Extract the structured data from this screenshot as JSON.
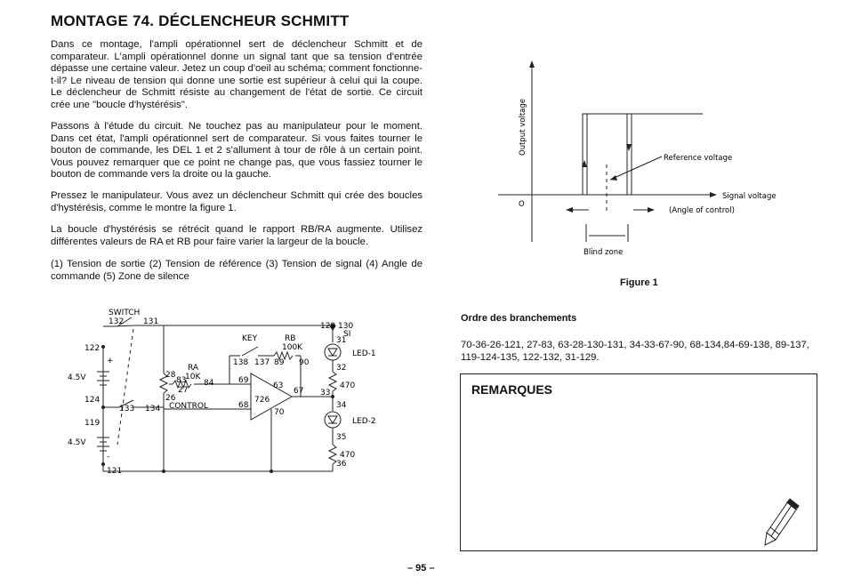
{
  "title": "MONTAGE 74. DÉCLENCHEUR SCHMITT",
  "paragraphs": [
    "Dans ce montage, l'ampli opérationnel sert de déclencheur Schmitt et de comparateur. L'ampli opérationnel donne un signal tant que sa tension d'entrée dépasse une certaine valeur. Jetez un coup d'oeil au schéma; comment fonctionne-t-il? Le niveau de tension qui donne une sortie est supérieur à celui qui la coupe. Le déclencheur de Schmitt résiste au changement de l'état de sortie. Ce circuit crée une \"boucle d'hystérésis\".",
    "Passons à l'étude du circuit. Ne touchez pas au manipulateur pour le moment. Dans cet état, l'ampli opérationnel sert de comparateur. Si vous faites tourner le bouton de commande, les DEL 1 et 2 s'allument à tour de rôle à un certain point. Vous pouvez remarquer que ce point ne change pas, que vous fassiez tourner le bouton de commande vers la droite ou la gauche.",
    "Pressez le manipulateur. Vous avez un déclencheur Schmitt qui crée des boucles d'hystérésis, comme le montre la figure 1.",
    "La boucle d'hystérésis se rétrécit quand le rapport RB/RA augmente. Utilisez différentes valeurs de RA et RB pour faire varier la largeur de la boucle.",
    "(1) Tension de sortie (2) Tension de référence (3) Tension de signal (4) Angle de commande (5) Zone de silence"
  ],
  "graph": {
    "y_label": "Output voltage",
    "origin": "O",
    "x_label": "Signal voltage",
    "x_sublabel": "(Angle of control)",
    "reference_label": "Reference voltage",
    "blind_zone_label": "Blind zone"
  },
  "figure_caption": "Figure 1",
  "circuit": {
    "switch_label": "SWITCH",
    "key_label": "KEY",
    "rb_label": "RB",
    "rb_value": "100K",
    "ra_label": "RA",
    "ra_value": "10K",
    "control_label": "CONTROL",
    "opamp_label": "726",
    "led1_label": "LED-1",
    "led2_label": "LED-2",
    "r470_a": "470",
    "r470_b": "470",
    "battery1": "4.5V",
    "battery2": "4.5V",
    "si_label": "SI",
    "plus": "+",
    "minus": "-",
    "terminals": {
      "t132": "132",
      "t131": "131",
      "t122": "122",
      "t124": "124",
      "t119": "119",
      "t121": "121",
      "t133": "133",
      "t134": "134",
      "t28": "28",
      "t83": "83",
      "t27": "27",
      "t84": "84",
      "t26": "26",
      "t138": "138",
      "t137": "137",
      "t89": "89",
      "t90": "90",
      "t69": "69",
      "t68": "68",
      "t63": "63",
      "t67": "67",
      "t70": "70",
      "t130": "130",
      "t129": "129",
      "t31": "31",
      "t32": "32",
      "t33": "33",
      "t34": "34",
      "t35": "35",
      "t36": "36"
    }
  },
  "ordre": {
    "title": "Ordre des branchements",
    "text": "70-36-26-121, 27-83, 63-28-130-131, 34-33-67-90, 68-134,84-69-138, 89-137, 119-124-135, 122-132, 31-129."
  },
  "remarques": {
    "title": "REMARQUES"
  },
  "page_number": "– 95 –"
}
